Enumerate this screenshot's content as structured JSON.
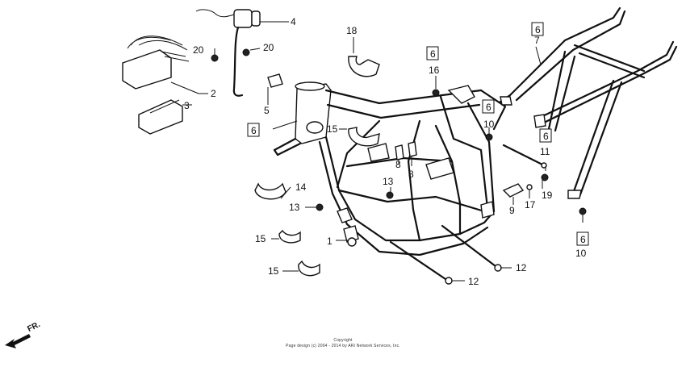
{
  "callouts": [
    "1",
    "2",
    "3",
    "4",
    "5",
    "6",
    "7",
    "8",
    "9",
    "10",
    "11",
    "12",
    "13",
    "14",
    "15",
    "16",
    "17",
    "18",
    "19",
    "20"
  ],
  "labels": {
    "p1": "1",
    "p2": "2",
    "p3": "3",
    "p4": "4",
    "p5": "5",
    "p7": "7",
    "p8a": "8",
    "p8b": "8",
    "p9": "9",
    "p10a": "10",
    "p10b": "10",
    "p11": "11",
    "p12a": "12",
    "p12b": "12",
    "p13a": "13",
    "p13b": "13",
    "p14": "14",
    "p15a": "15",
    "p15b": "15",
    "p15c": "15",
    "p16": "16",
    "p17": "17",
    "p18": "18",
    "p19": "19",
    "p20a": "20",
    "p20b": "20",
    "b6a": "6",
    "b6b": "6",
    "b6c": "6",
    "b6d": "6",
    "b6e": "6",
    "b6f": "6"
  },
  "direction": "FR.",
  "copyright": {
    "line1": "Copyright",
    "line2": "Page design (c) 2004 - 2014 by ARI Network Services, Inc."
  }
}
